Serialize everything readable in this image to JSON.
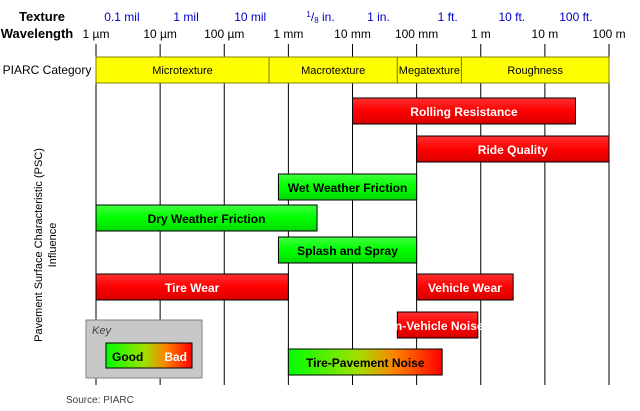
{
  "chart_data": {
    "type": "range-bar",
    "row_labels": {
      "texture": "Texture",
      "wavelength": "Wavelength",
      "category": "PIARC Category"
    },
    "axis": {
      "scale": "log",
      "unit": "m",
      "range": [
        1e-06,
        100
      ],
      "wavelength_ticks": [
        {
          "value": 1e-06,
          "label": "1 µm"
        },
        {
          "value": 1e-05,
          "label": "10 µm"
        },
        {
          "value": 0.0001,
          "label": "100 µm"
        },
        {
          "value": 0.001,
          "label": "1 mm"
        },
        {
          "value": 0.01,
          "label": "10 mm"
        },
        {
          "value": 0.1,
          "label": "100 mm"
        },
        {
          "value": 1,
          "label": "1 m"
        },
        {
          "value": 10,
          "label": "10 m"
        },
        {
          "value": 100,
          "label": "100 m"
        }
      ],
      "texture_ticks": [
        {
          "value": 2.54e-06,
          "label": "0.1 mil"
        },
        {
          "value": 2.54e-05,
          "label": "1 mil"
        },
        {
          "value": 0.000254,
          "label": "10 mil"
        },
        {
          "value": 0.003175,
          "label": "in.",
          "fraction": [
            "1",
            "8"
          ]
        },
        {
          "value": 0.0254,
          "label": "1 in."
        },
        {
          "value": 0.3048,
          "label": "1 ft."
        },
        {
          "value": 3.048,
          "label": "10 ft."
        },
        {
          "value": 30.48,
          "label": "100 ft."
        }
      ]
    },
    "categories": [
      {
        "name": "Microtexture",
        "from": 1e-06,
        "to": 0.0005
      },
      {
        "name": "Macrotexture",
        "from": 0.0005,
        "to": 0.05
      },
      {
        "name": "Megatexture",
        "from": 0.05,
        "to": 0.5
      },
      {
        "name": "Roughness",
        "from": 0.5,
        "to": 100
      }
    ],
    "y_title": [
      "Pavement Surface Characteristic (PSC)",
      "Influence"
    ],
    "bars": [
      {
        "name": "Rolling Resistance",
        "from": 0.01,
        "to": 30,
        "gradient": "red"
      },
      {
        "name": "Ride Quality",
        "from": 0.1,
        "to": 100,
        "gradient": "red"
      },
      {
        "name": "Wet Weather Friction",
        "from": 0.0007,
        "to": 0.1,
        "gradient": "green"
      },
      {
        "name": "Dry Weather Friction",
        "from": 1e-06,
        "to": 0.0028,
        "gradient": "green"
      },
      {
        "name": "Splash and Spray",
        "from": 0.0007,
        "to": 0.1,
        "gradient": "green"
      },
      {
        "name": "Tire Wear",
        "from": 1e-06,
        "to": 0.001,
        "gradient": "red"
      },
      {
        "name": "Vehicle Wear",
        "from": 0.1,
        "to": 3.2,
        "gradient": "red"
      },
      {
        "name": "In-Vehicle Noise",
        "from": 0.05,
        "to": 0.9,
        "gradient": "red"
      },
      {
        "name": "Tire-Pavement Noise",
        "from": 0.001,
        "to": 0.25,
        "gradient": "green-red"
      }
    ],
    "key": {
      "title": "Key",
      "good": "Good",
      "bad": "Bad"
    },
    "source": "Source:  PIARC",
    "grid": true,
    "colors": {
      "category_fill": "#ffff00",
      "red_bar": "#ff0000",
      "green_bar": "#00ff00",
      "text_blue": "#0000cc",
      "key_bg": "#c8c8c8"
    }
  }
}
